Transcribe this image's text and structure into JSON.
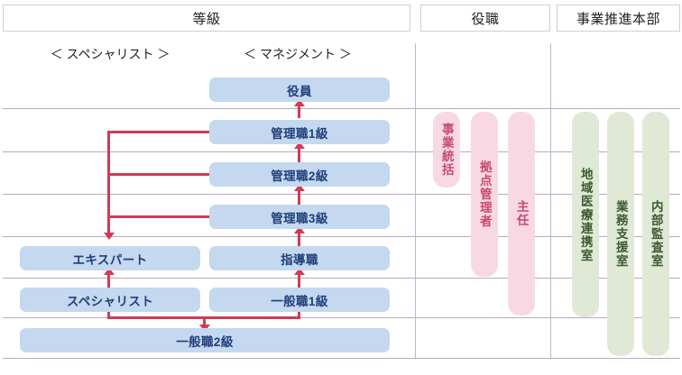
{
  "header": {
    "columns": [
      {
        "label": "等級"
      },
      {
        "label": "役職"
      },
      {
        "label": "事業推進本部"
      }
    ]
  },
  "subheadings": {
    "specialist": "＜ スペシャリスト ＞",
    "management": "＜ マネジメント ＞"
  },
  "grade_boxes": {
    "management_track": [
      {
        "label": "役員"
      },
      {
        "label": "管理職1級"
      },
      {
        "label": "管理職2級"
      },
      {
        "label": "管理職3級"
      },
      {
        "label": "指導職"
      },
      {
        "label": "一般職1級"
      }
    ],
    "specialist_track": [
      {
        "label": "エキスパート"
      },
      {
        "label": "スペシャリスト"
      }
    ],
    "shared": [
      {
        "label": "一般職2級"
      }
    ]
  },
  "position_bars": [
    {
      "label": "事業統括"
    },
    {
      "label": "拠点管理者"
    },
    {
      "label": "主任"
    }
  ],
  "department_bars": [
    {
      "label": "地域医療連携室"
    },
    {
      "label": "業務支援室"
    },
    {
      "label": "内部監査室"
    }
  ],
  "colors": {
    "grade_box_fill": "#c4d8ef",
    "grade_box_text": "#1f3f7a",
    "position_bar_fill": "#f8d9e3",
    "position_bar_text": "#c9486e",
    "department_bar_fill": "#dfe9d6",
    "department_bar_text": "#3c5a32",
    "connector": "#d13b53",
    "grid_line": "#b9a8c4"
  }
}
